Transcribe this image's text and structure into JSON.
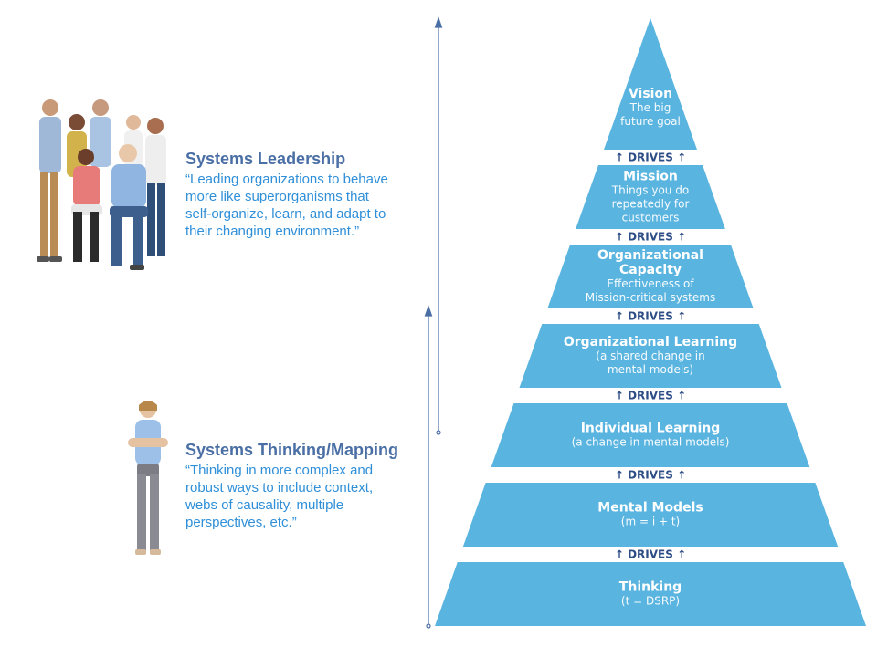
{
  "colors": {
    "pyramid_fill": "#5ab4e0",
    "arrow": "#4a6fa5",
    "heading": "#4a6fa5",
    "quote": "#2f8fd8",
    "drives": "#2d4d86"
  },
  "sections": {
    "leadership": {
      "heading": "Systems Leadership",
      "quote_lines": [
        "“Leading organizations to behave",
        "more like superorganisms that",
        "self-organize, learn, and adapt to",
        "their changing environment.”"
      ],
      "image_icon": "group-of-people-photo"
    },
    "thinking": {
      "heading": "Systems Thinking/Mapping",
      "quote_lines": [
        "“Thinking in more complex and",
        "robust ways to include context,",
        "webs of causality, multiple",
        "perspectives, etc.”"
      ],
      "image_icon": "woman-standing-photo"
    }
  },
  "pyramid": {
    "connector_label": "↑ DRIVES ↑",
    "levels": [
      {
        "title_lines": [
          "Vision"
        ],
        "sub_lines": [
          "The big",
          "future goal"
        ]
      },
      {
        "title_lines": [
          "Mission"
        ],
        "sub_lines": [
          "Things you do",
          "repeatedly for",
          "customers"
        ]
      },
      {
        "title_lines": [
          "Organizational",
          "Capacity"
        ],
        "sub_lines": [
          "Effectiveness of",
          "Mission-critical systems"
        ]
      },
      {
        "title_lines": [
          "Organizational Learning"
        ],
        "sub_lines": [
          "(a shared change in",
          "mental models)"
        ]
      },
      {
        "title_lines": [
          "Individual Learning"
        ],
        "sub_lines": [
          "(a change in mental models)"
        ]
      },
      {
        "title_lines": [
          "Mental Models"
        ],
        "sub_lines": [
          "(m = i + t)"
        ]
      },
      {
        "title_lines": [
          "Thinking"
        ],
        "sub_lines": [
          "(t = DSRP)"
        ]
      }
    ]
  }
}
